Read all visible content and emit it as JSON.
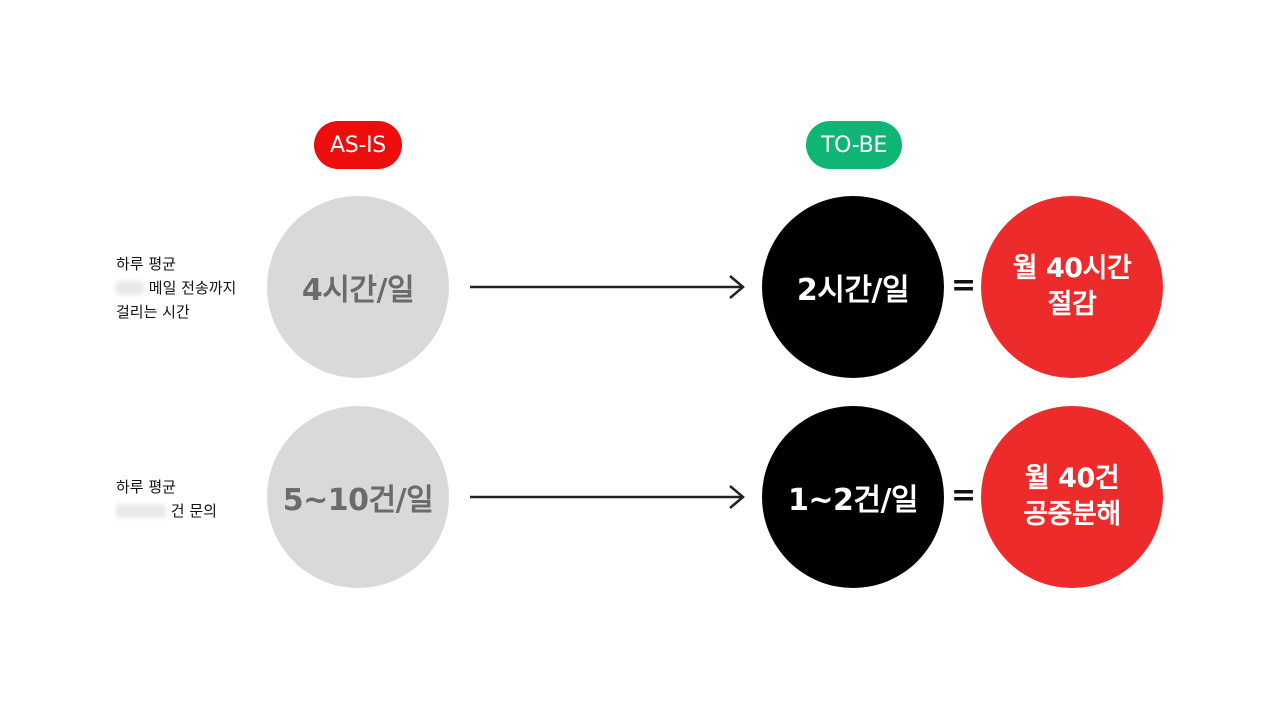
{
  "headers": {
    "asis": "AS-IS",
    "tobe": "TO-BE"
  },
  "colors": {
    "asis_pill": "#ee0d0d",
    "tobe_pill": "#0fb574",
    "asis_circle": "#d9d9d9",
    "tobe_circle": "#000000",
    "result_circle": "#ee2b2b"
  },
  "rows": [
    {
      "label_line1": "하루 평균",
      "label_line2": "메일 전송까지",
      "label_line3": "걸리는 시간",
      "asis_value": "4시간/일",
      "tobe_value": "2시간/일",
      "equals": "=",
      "result_line1": "월 40시간",
      "result_line2": "절감"
    },
    {
      "label_line1": "하루 평균",
      "label_line2": "건 문의",
      "asis_value": "5~10건/일",
      "tobe_value": "1~2건/일",
      "equals": "=",
      "result_line1": "월 40건",
      "result_line2": "공중분해"
    }
  ]
}
